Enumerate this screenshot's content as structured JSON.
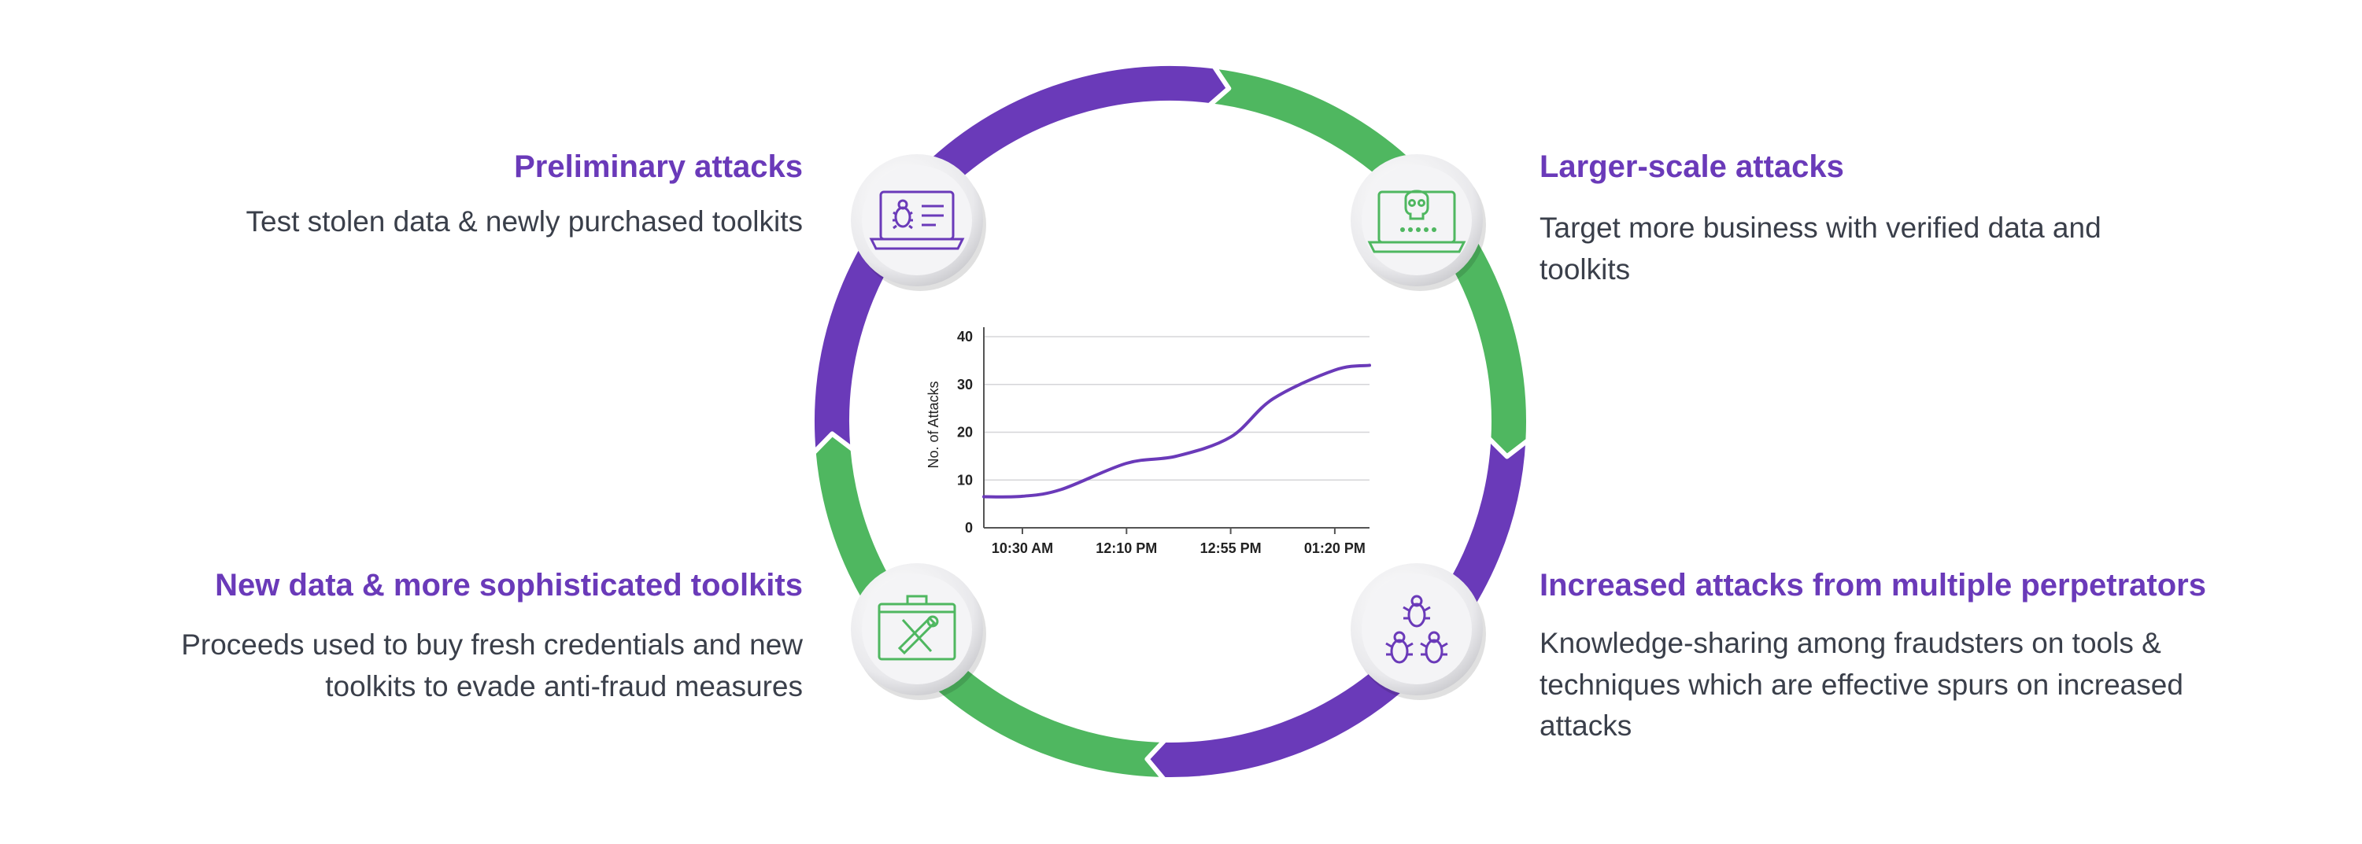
{
  "colors": {
    "purple": "#6a3ab9",
    "green": "#4fb760",
    "text": "#3a3f4a"
  },
  "stages": [
    {
      "title": "Preliminary attacks",
      "description_lines": [
        "Test stolen data & newly purchased toolkits"
      ],
      "icon": "laptop-bug-icon"
    },
    {
      "title": "Larger-scale attacks",
      "description_lines": [
        "Target more business with verified data and",
        "toolkits"
      ],
      "icon": "laptop-skull-icon"
    },
    {
      "title": "Increased attacks from multiple perpetrators",
      "description_lines": [
        "Knowledge-sharing among fraudsters on tools &",
        "techniques which are effective spurs on increased",
        "attacks"
      ],
      "icon": "bugs-icon"
    },
    {
      "title": "New data & more sophisticated toolkits",
      "description_lines": [
        "Proceeds used to buy fresh credentials and new",
        "toolkits to evade anti-fraud measures"
      ],
      "icon": "toolkit-icon"
    }
  ],
  "chart_data": {
    "type": "line",
    "title": "",
    "xlabel": "",
    "ylabel": "No. of Attacks",
    "ylim": [
      0,
      40
    ],
    "y_ticks": [
      "0",
      "10",
      "20",
      "30",
      "40"
    ],
    "x_ticks": [
      "10:30 AM",
      "12:10 PM",
      "12:55 PM",
      "01:20 PM"
    ],
    "x_tick_positions": [
      0.1,
      0.37,
      0.64,
      0.91
    ],
    "series": [
      {
        "x": [
          0.0,
          0.1,
          0.2,
          0.37,
          0.5,
          0.64,
          0.75,
          0.91,
          1.0
        ],
        "values": [
          6.5,
          6.6,
          8,
          13.5,
          15,
          19,
          27,
          33,
          34
        ]
      }
    ],
    "grid": true
  }
}
